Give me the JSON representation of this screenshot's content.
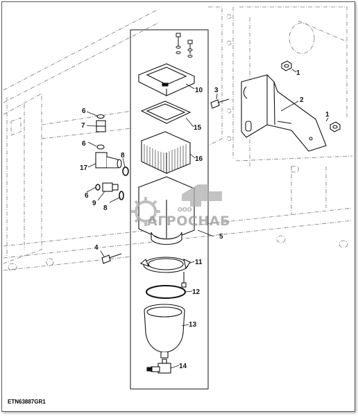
{
  "drawing_code": "ETN63887GR1",
  "watermark": {
    "prefix": "ООО",
    "brand": "АГРОСНАБ"
  },
  "callouts": [
    {
      "label": "1"
    },
    {
      "label": "1"
    },
    {
      "label": "2"
    },
    {
      "label": "3"
    },
    {
      "label": "4"
    },
    {
      "label": "5"
    },
    {
      "label": "6"
    },
    {
      "label": "6"
    },
    {
      "label": "6"
    },
    {
      "label": "7"
    },
    {
      "label": "8"
    },
    {
      "label": "8"
    },
    {
      "label": "9"
    },
    {
      "label": "10"
    },
    {
      "label": "11"
    },
    {
      "label": "12"
    },
    {
      "label": "13"
    },
    {
      "label": "14"
    },
    {
      "label": "15"
    },
    {
      "label": "16"
    },
    {
      "label": "17"
    }
  ],
  "colors": {
    "line": "#111111",
    "dash": "#777777",
    "watermark": "#9a9a9a",
    "accent": "#b0b0b0"
  }
}
